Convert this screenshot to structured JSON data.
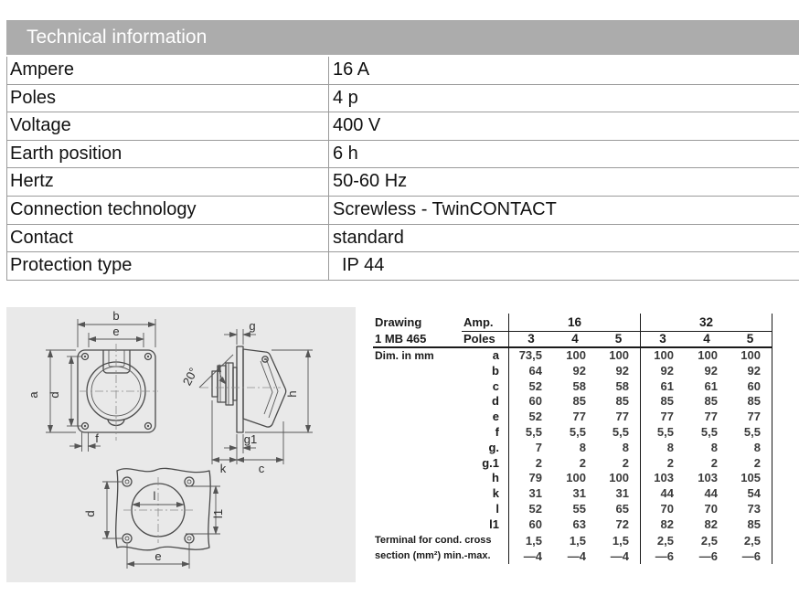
{
  "colors": {
    "section_header_bg": "#ACACAC",
    "section_header_text": "#FFFFFF",
    "spec_table_border": "#9B9B9B",
    "drawing_panel_bg": "#E9E9E9",
    "table_ink": "#1A1A1A"
  },
  "header": {
    "title": "Technical information"
  },
  "spec_table": {
    "rows": [
      {
        "label": "Ampere",
        "value": "16 A"
      },
      {
        "label": "Poles",
        "value": "4 p"
      },
      {
        "label": "Voltage",
        "value": "400 V"
      },
      {
        "label": "Earth position",
        "value": "6 h"
      },
      {
        "label": "Hertz",
        "value": "50-60 Hz"
      },
      {
        "label": "Connection technology",
        "value": "Screwless - TwinCONTACT"
      },
      {
        "label": "Contact",
        "value": "standard"
      },
      {
        "label": "Protection type",
        "value": "IP 44"
      }
    ]
  },
  "drawing": {
    "front": {
      "b": "b",
      "e": "e",
      "a": "a",
      "d": "d",
      "f": "f"
    },
    "side": {
      "g": "g",
      "angle": "20°",
      "g1": "g1",
      "h": "h",
      "k": "k",
      "c": "c"
    },
    "bottom": {
      "d": "d",
      "l": "l",
      "l1": "l1",
      "e": "e"
    }
  },
  "dim_table": {
    "col1_header_line1": "Drawing",
    "col1_header_line2": "1 MB 465",
    "col2_header_line1": "Amp.",
    "col2_header_line2": "Poles",
    "amp_groups": [
      "16",
      "32"
    ],
    "pole_cols": [
      "3",
      "4",
      "5",
      "3",
      "4",
      "5"
    ],
    "dim_note": "Dim. in mm",
    "rows": [
      {
        "label": "a",
        "values": [
          "73,5",
          "100",
          "100",
          "100",
          "100",
          "100"
        ]
      },
      {
        "label": "b",
        "values": [
          "64",
          "92",
          "92",
          "92",
          "92",
          "92"
        ]
      },
      {
        "label": "c",
        "values": [
          "52",
          "58",
          "58",
          "61",
          "61",
          "60"
        ]
      },
      {
        "label": "d",
        "values": [
          "60",
          "85",
          "85",
          "85",
          "85",
          "85"
        ]
      },
      {
        "label": "e",
        "values": [
          "52",
          "77",
          "77",
          "77",
          "77",
          "77"
        ]
      },
      {
        "label": "f",
        "values": [
          "5,5",
          "5,5",
          "5,5",
          "5,5",
          "5,5",
          "5,5"
        ]
      },
      {
        "label": "g.",
        "values": [
          "7",
          "8",
          "8",
          "8",
          "8",
          "8"
        ]
      },
      {
        "label": "g.1",
        "values": [
          "2",
          "2",
          "2",
          "2",
          "2",
          "2"
        ]
      },
      {
        "label": "h",
        "values": [
          "79",
          "100",
          "100",
          "103",
          "103",
          "105"
        ]
      },
      {
        "label": "k",
        "values": [
          "31",
          "31",
          "31",
          "44",
          "44",
          "54"
        ]
      },
      {
        "label": "l",
        "values": [
          "52",
          "55",
          "65",
          "70",
          "70",
          "73"
        ]
      },
      {
        "label": "l1",
        "values": [
          "60",
          "63",
          "72",
          "82",
          "82",
          "85"
        ]
      }
    ],
    "terminal": {
      "label_line1": "Terminal for cond. cross",
      "label_line2": "section (mm²) min.-max.",
      "row1_values": [
        "1,5",
        "1,5",
        "1,5",
        "2,5",
        "2,5",
        "2,5"
      ],
      "row2_values": [
        "—4",
        "—4",
        "—4",
        "—6",
        "—6",
        "—6"
      ]
    }
  }
}
